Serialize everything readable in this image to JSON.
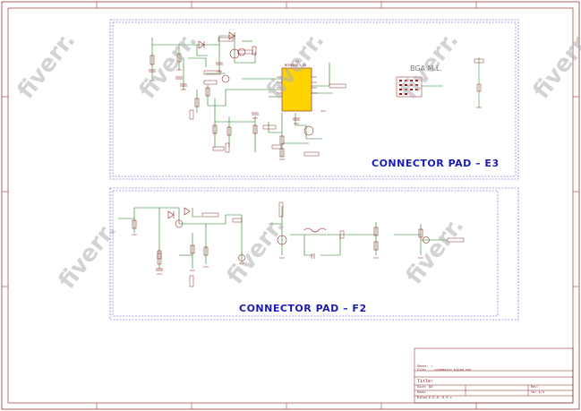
{
  "panels": {
    "top": {
      "title": "CONNECTOR PAD – E3"
    },
    "bottom": {
      "title": "CONNECTOR PAD – F2"
    }
  },
  "watermark": {
    "text": "fiverr."
  },
  "bga": {
    "title": "BGA M.L."
  },
  "ic_main": {
    "ref": "U2",
    "part": "MCP6002_X_XX"
  },
  "title_block": {
    "sheet": "Sheet: /",
    "file": "File: ...schematic.kicad_sch",
    "title": "Title:",
    "size": "Size: A4",
    "date": "Date:",
    "kicad": "KiCad E.D.A. 8.0.x",
    "rev": "Rev:",
    "id": "Id: 1/1"
  },
  "colors": {
    "border": "#8b1a1a",
    "wire": "#1e7a1e",
    "component": "#8b1a1a",
    "panel": "#4a4ad0",
    "ic_fill": "#ffd400"
  }
}
